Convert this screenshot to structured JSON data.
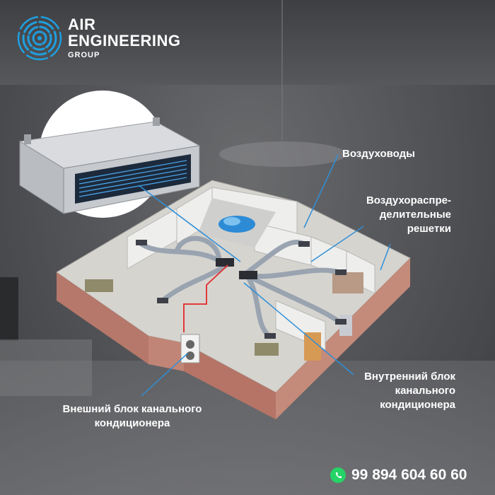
{
  "brand": {
    "line1": "AIR",
    "line2": "ENGINEERING",
    "line3": "GROUP",
    "logo_icon": "swirl-logo-icon",
    "accent_color": "#1f9fe0"
  },
  "labels": {
    "ducts": "Воздуховоды",
    "grilles_line1": "Воздухораспре-",
    "grilles_line2": "делительные",
    "grilles_line3": "решетки",
    "indoor_line1": "Внутренний блок",
    "indoor_line2": "канального",
    "indoor_line3": "кондиционера",
    "outdoor_line1": "Внешний блок канального",
    "outdoor_line2": "кондиционера"
  },
  "contact": {
    "phone": "99 894 604 60 60",
    "icon": "whatsapp-icon",
    "icon_color": "#25d366"
  },
  "colors": {
    "leader_line": "#2f8fd8",
    "refrigerant_line": "#e23a3a"
  }
}
